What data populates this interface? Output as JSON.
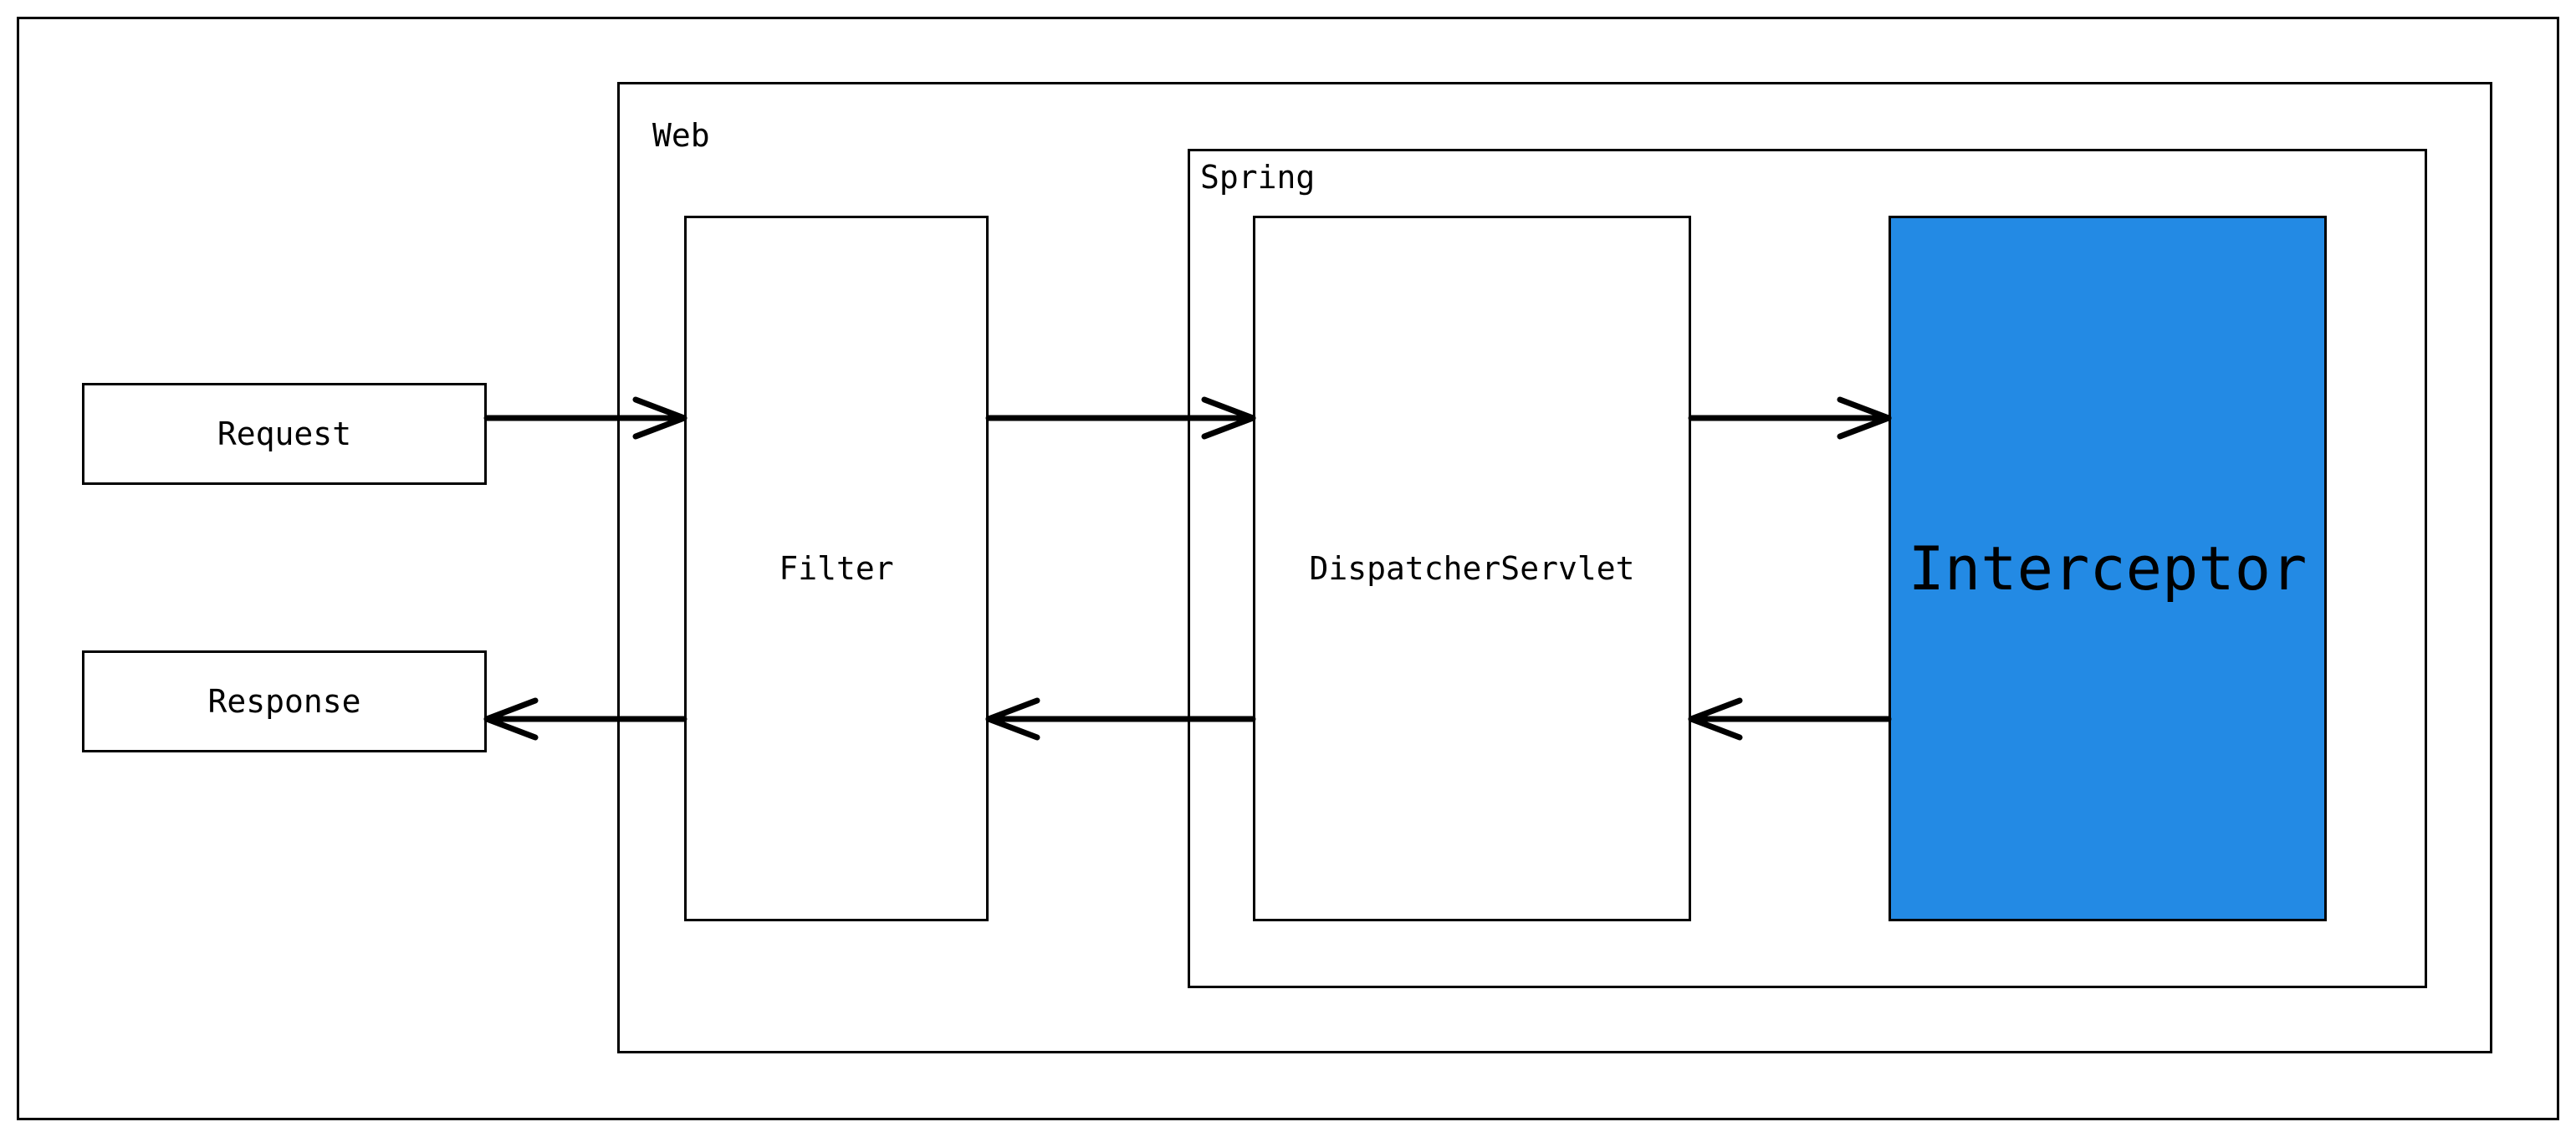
{
  "containers": {
    "web": {
      "label": "Web"
    },
    "spring": {
      "label": "Spring"
    }
  },
  "nodes": {
    "request": {
      "label": "Request"
    },
    "response": {
      "label": "Response"
    },
    "filter": {
      "label": "Filter"
    },
    "dispatcher": {
      "label": "DispatcherServlet"
    },
    "interceptor": {
      "label": "Interceptor"
    }
  },
  "colors": {
    "interceptor_fill": "#238AE4",
    "stroke": "#000000",
    "background": "#FFFFFF"
  },
  "edges": [
    {
      "from": "Request",
      "to": "Filter"
    },
    {
      "from": "Filter",
      "to": "DispatcherServlet"
    },
    {
      "from": "DispatcherServlet",
      "to": "Interceptor"
    },
    {
      "from": "Interceptor",
      "to": "DispatcherServlet"
    },
    {
      "from": "DispatcherServlet",
      "to": "Filter"
    },
    {
      "from": "Filter",
      "to": "Response"
    }
  ]
}
